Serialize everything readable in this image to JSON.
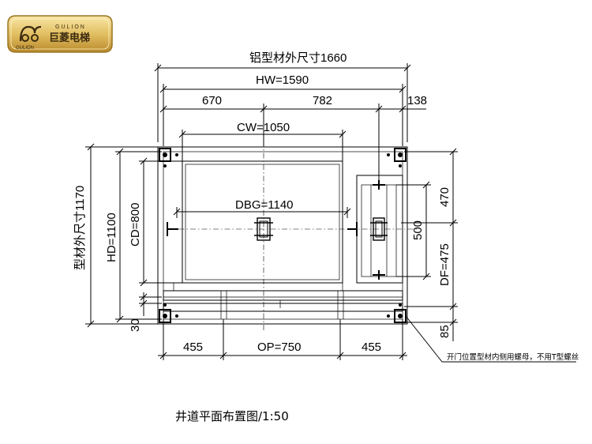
{
  "logo": {
    "brand_latin": "GULION",
    "brand_cn": "巨菱电梯",
    "sub_latin": "GULION",
    "colors": {
      "gold_light": "#f3dc8e",
      "gold_dark": "#b78a2c",
      "ink": "#3b2a10"
    }
  },
  "dimensions": {
    "profile_outer_width": "铝型材外尺寸1660",
    "hw": "HW=1590",
    "left_offset": "670",
    "right_offset": "782",
    "right_margin": "138",
    "cw": "CW=1050",
    "dbg": "DBG=1140",
    "profile_outer_depth": "型材外尺寸1170",
    "hd": "HD=1100",
    "cd": "CD=800",
    "bottom_30": "30",
    "cwt_top": "470",
    "cwt_depth": "500",
    "df": "DF=475",
    "bottom_85": "85",
    "side_left": "455",
    "op": "OP=750",
    "side_right": "455"
  },
  "note": "开门位置型材内侧用螺母，不用T型螺丝",
  "caption": "井道平面布置图/1:50",
  "colors": {
    "line": "#000000",
    "background": "#ffffff"
  }
}
